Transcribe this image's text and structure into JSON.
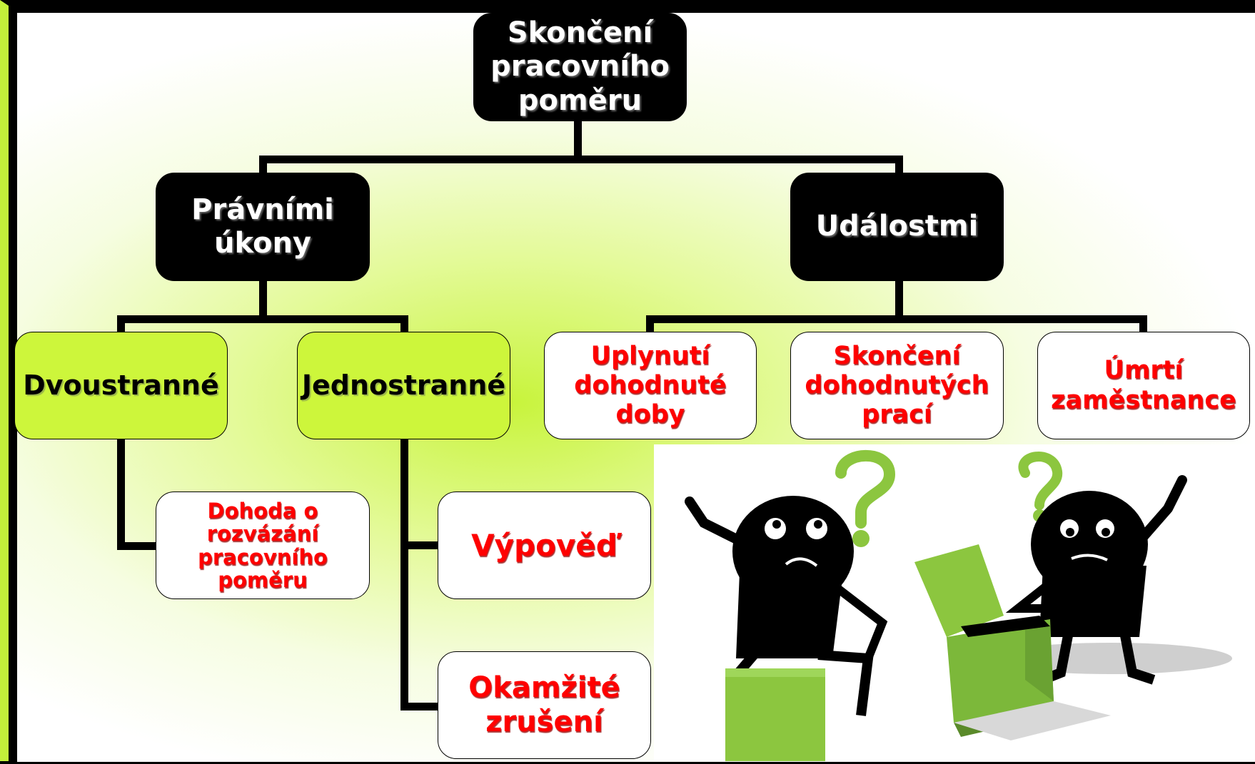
{
  "diagram": {
    "root": {
      "label": "Skončení\npracovního\npoměru"
    },
    "branches": [
      {
        "label": "Právními\núkony",
        "children": [
          {
            "label": "Dvoustranné",
            "children": [
              {
                "label": "Dohoda o\nrozvázání\npracovního\npoměru"
              }
            ]
          },
          {
            "label": "Jednostranné",
            "children": [
              {
                "label": "Výpověď"
              },
              {
                "label": "Okamžité\nzrušení"
              }
            ]
          }
        ]
      },
      {
        "label": "Událostmi",
        "children": [
          {
            "label": "Uplynutí\ndohodnuté doby"
          },
          {
            "label": "Skončení\ndohodnutých\nprací"
          },
          {
            "label": "Úmrtí\nzaměstnance"
          }
        ]
      }
    ]
  },
  "colors": {
    "frame_accent": "#c3f03a",
    "dark_node": "#000000",
    "green_node": "#cdf63b",
    "leaf_text": "#ff0000",
    "illustration_green": "#8cc63f"
  },
  "illustration": {
    "icon": "two-confused-figures-with-question-marks-and-boxes"
  }
}
